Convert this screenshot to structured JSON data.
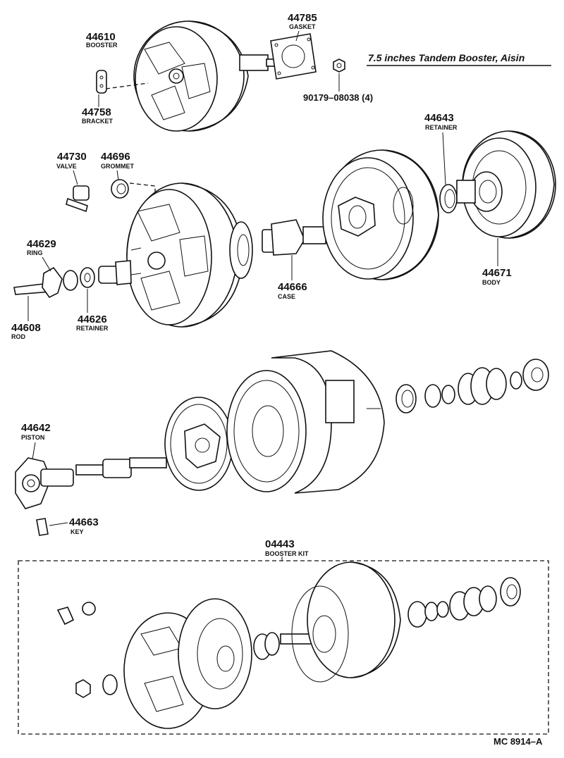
{
  "title": "7.5 inches Tandem Booster, Aisin",
  "footer_code": "MC 8914–A",
  "parts": [
    {
      "id": "booster",
      "number": "44610",
      "name": "BOOSTER"
    },
    {
      "id": "gasket",
      "number": "44785",
      "name": "GASKET"
    },
    {
      "id": "bracket",
      "number": "44758",
      "name": "BRACKET"
    },
    {
      "id": "nut",
      "number": "90179–08038 (4)",
      "name": ""
    },
    {
      "id": "retainer-top",
      "number": "44643",
      "name": "RETAINER"
    },
    {
      "id": "valve",
      "number": "44730",
      "name": "VALVE"
    },
    {
      "id": "grommet",
      "number": "44696",
      "name": "GROMMET"
    },
    {
      "id": "ring",
      "number": "44629",
      "name": "RING"
    },
    {
      "id": "rod",
      "number": "44608",
      "name": "ROD"
    },
    {
      "id": "retainer",
      "number": "44626",
      "name": "RETAINER"
    },
    {
      "id": "case",
      "number": "44666",
      "name": "CASE"
    },
    {
      "id": "body",
      "number": "44671",
      "name": "BODY"
    },
    {
      "id": "piston",
      "number": "44642",
      "name": "PISTON"
    },
    {
      "id": "key",
      "number": "44663",
      "name": "KEY"
    },
    {
      "id": "booster-kit",
      "number": "04443",
      "name": "BOOSTER KIT"
    }
  ]
}
